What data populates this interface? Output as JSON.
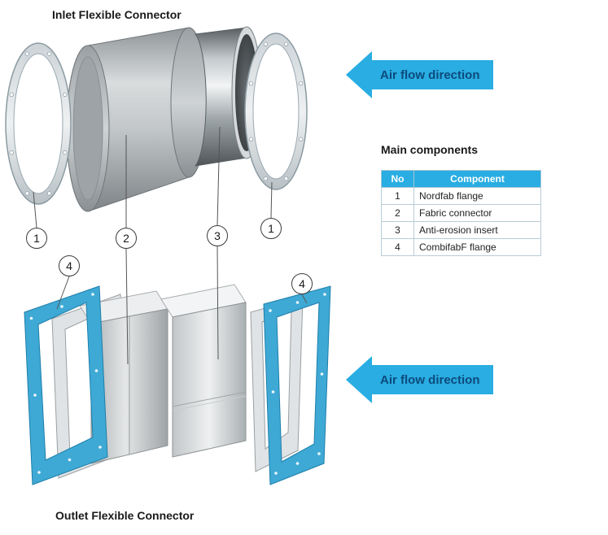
{
  "titles": {
    "inlet": "Inlet Flexible Connector",
    "outlet": "Outlet Flexible Connector"
  },
  "airflow": {
    "top_label": "Air flow direction",
    "bottom_label": "Air flow direction"
  },
  "main_components": {
    "heading": "Main components",
    "headers": {
      "no": "No",
      "component": "Component"
    },
    "rows": [
      {
        "no": "1",
        "component": "Nordfab flange"
      },
      {
        "no": "2",
        "component": "Fabric connector"
      },
      {
        "no": "3",
        "component": "Anti-erosion insert"
      },
      {
        "no": "4",
        "component": "CombifabF flange"
      }
    ]
  },
  "callouts": {
    "inlet_flange_left": "1",
    "fabric_connector": "2",
    "anti_erosion_insert": "3",
    "inlet_flange_right": "1",
    "outlet_flange_left": "4",
    "outlet_flange_right": "4"
  },
  "colors": {
    "accent_cyan": "#29ade2",
    "arrow_text_navy": "#0d4a7d",
    "flange_blue": "#3fa9d5"
  }
}
